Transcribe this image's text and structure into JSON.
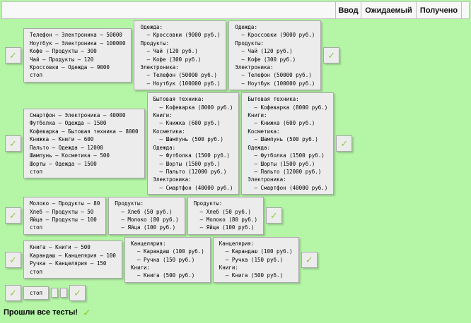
{
  "header": {
    "columns": [
      "Ввод",
      "Ожидаемый",
      "Получено"
    ]
  },
  "icons": {
    "pass_check": "✓"
  },
  "tests": [
    {
      "input": [
        "Телефон – Электроника – 50000",
        "Ноутбук – Электроника – 100000",
        "Кофе – Продукты – 300",
        "Чай – Продукты – 120",
        "Кроссовки – Одежда – 9000",
        "стоп"
      ],
      "expected": [
        "Одежда:",
        "  – Кроссовки (9000 руб.)",
        "Продукты:",
        "  – Чай (120 руб.)",
        "  – Кофе (300 руб.)",
        "Электроника:",
        "  – Телефон (50000 руб.)",
        "  – Ноутбук (100000 руб.)"
      ],
      "received": [
        "Одежда:",
        "  – Кроссовки (9000 руб.)",
        "Продукты:",
        "  – Чай (120 руб.)",
        "  – Кофе (300 руб.)",
        "Электроника:",
        "  – Телефон (50000 руб.)",
        "  – Ноутбук (100000 руб.)"
      ]
    },
    {
      "input": [
        "Смартфон – Электроника – 40000",
        "Футболка – Одежда – 1500",
        "Кофеварка – Бытовая техника – 8000",
        "Книжка – Книги – 600",
        "Пальто – Одежда – 12000",
        "Шампунь – Косметика – 500",
        "Шорты – Одежда – 1500",
        "стоп"
      ],
      "expected": [
        "Бытовая техника:",
        "  – Кофеварка (8000 руб.)",
        "Книги:",
        "  – Книжка (600 руб.)",
        "Косметика:",
        "  – Шампунь (500 руб.)",
        "Одежда:",
        "  – Футболка (1500 руб.)",
        "  – Шорты (1500 руб.)",
        "  – Пальто (12000 руб.)",
        "Электроника:",
        "  – Смартфон (40000 руб.)"
      ],
      "received": [
        "Бытовая техника:",
        "  – Кофеварка (8000 руб.)",
        "Книги:",
        "  – Книжка (600 руб.)",
        "Косметика:",
        "  – Шампунь (500 руб.)",
        "Одежда:",
        "  – Футболка (1500 руб.)",
        "  – Шорты (1500 руб.)",
        "  – Пальто (12000 руб.)",
        "Электроника:",
        "  – Смартфон (40000 руб.)"
      ]
    },
    {
      "input": [
        "Молоко – Продукты – 80",
        "Хлеб – Продукты – 50",
        "Яйца – Продукты – 100",
        "стоп"
      ],
      "expected": [
        "Продукты:",
        "  – Хлеб (50 руб.)",
        "  – Молоко (80 руб.)",
        "  – Яйца (100 руб.)"
      ],
      "received": [
        "Продукты:",
        "  – Хлеб (50 руб.)",
        "  – Молоко (80 руб.)",
        "  – Яйца (100 руб.)"
      ]
    },
    {
      "input": [
        "Книга – Книги – 500",
        "Карандаш – Канцелярия – 100",
        "Ручка – Канцелярия – 150",
        "стоп"
      ],
      "expected": [
        "Канцелярия:",
        "  – Карандаш (100 руб.)",
        "  – Ручка (150 руб.)",
        "Книги:",
        "  – Книга (500 руб.)"
      ],
      "received": [
        "Канцелярия:",
        "  – Карандаш (100 руб.)",
        "  – Ручка (150 руб.)",
        "Книги:",
        "  – Книга (500 руб.)"
      ]
    },
    {
      "input": [
        "стоп"
      ],
      "expected": [],
      "received": []
    }
  ],
  "footer": {
    "message": "Прошли все тесты!"
  },
  "colors": {
    "background": "#b4f5a6",
    "box_background": "#ececec",
    "box_border": "#a8a8a8",
    "header_background": "#f8f8f8",
    "check_green": "#93c83e",
    "text": "#000000"
  }
}
